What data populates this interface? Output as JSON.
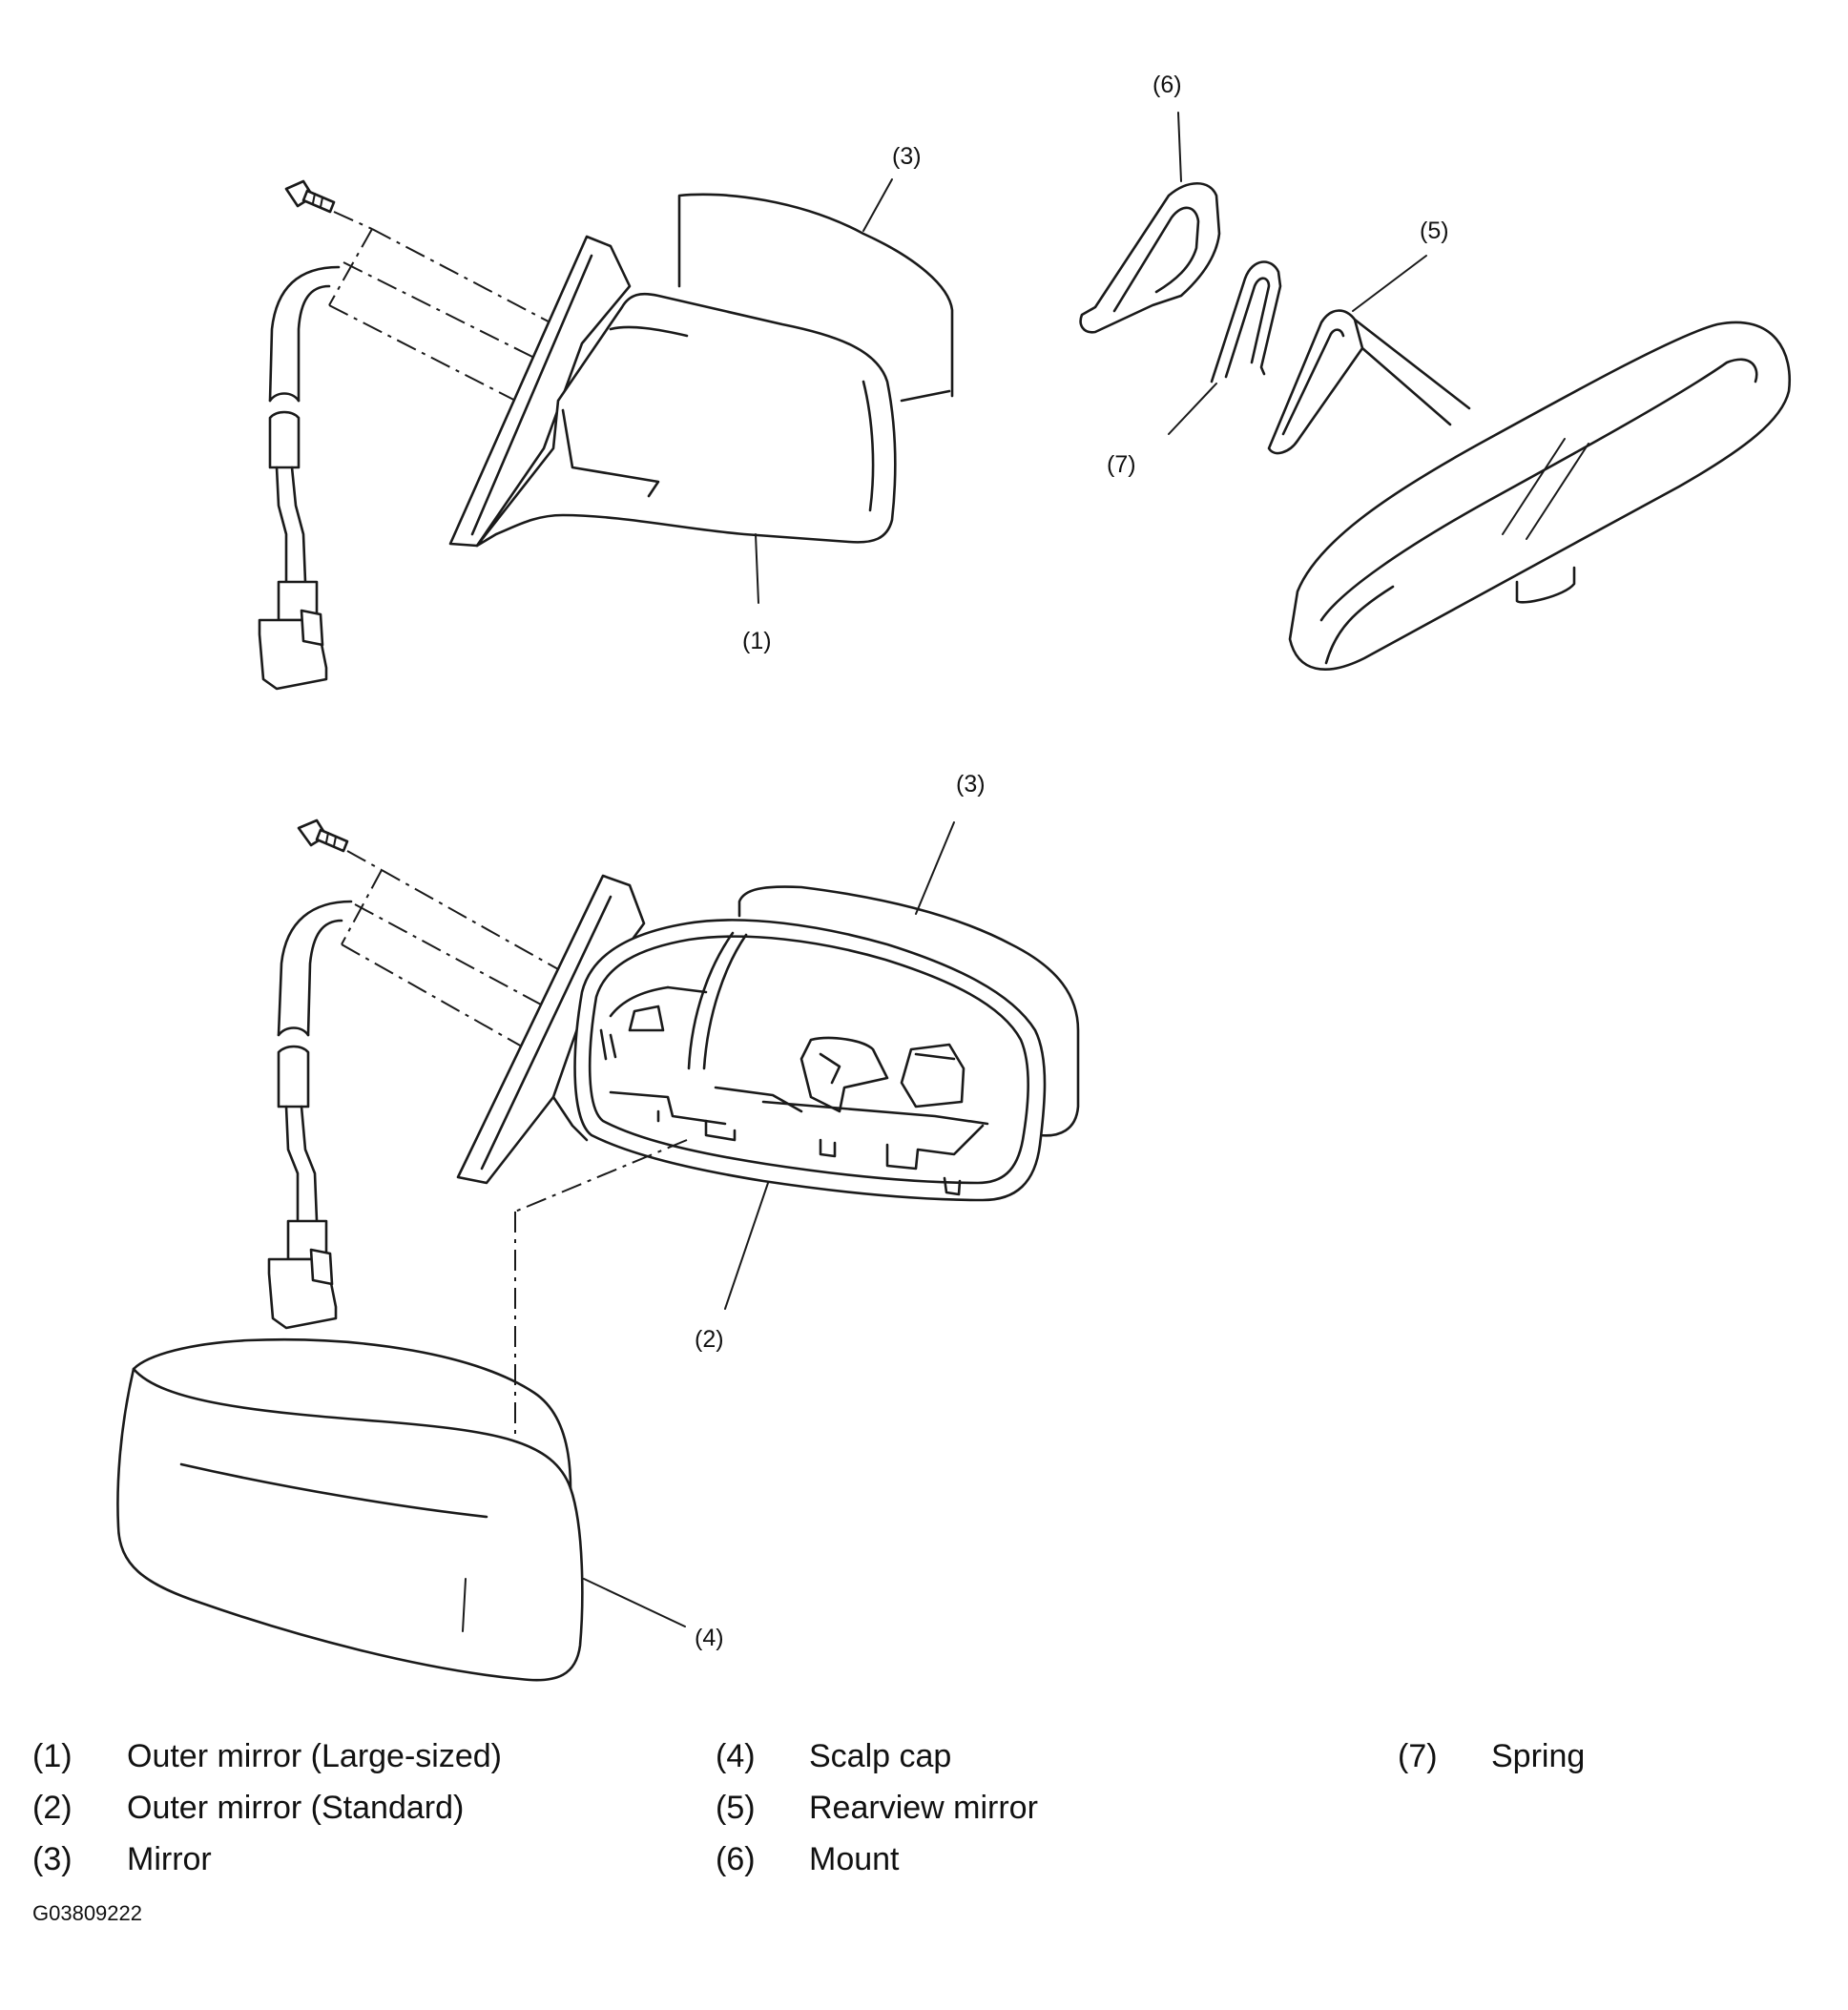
{
  "callouts": {
    "c1": "(1)",
    "c2": "(2)",
    "c3a": "(3)",
    "c3b": "(3)",
    "c4": "(4)",
    "c5": "(5)",
    "c6": "(6)",
    "c7": "(7)"
  },
  "legend": [
    {
      "num": "(1)",
      "text": "Outer mirror (Large-sized)"
    },
    {
      "num": "(2)",
      "text": "Outer mirror (Standard)"
    },
    {
      "num": "(3)",
      "text": "Mirror"
    },
    {
      "num": "(4)",
      "text": "Scalp cap"
    },
    {
      "num": "(5)",
      "text": "Rearview mirror"
    },
    {
      "num": "(6)",
      "text": "Mount"
    },
    {
      "num": "(7)",
      "text": "Spring"
    }
  ],
  "figure_code": "G03809222"
}
